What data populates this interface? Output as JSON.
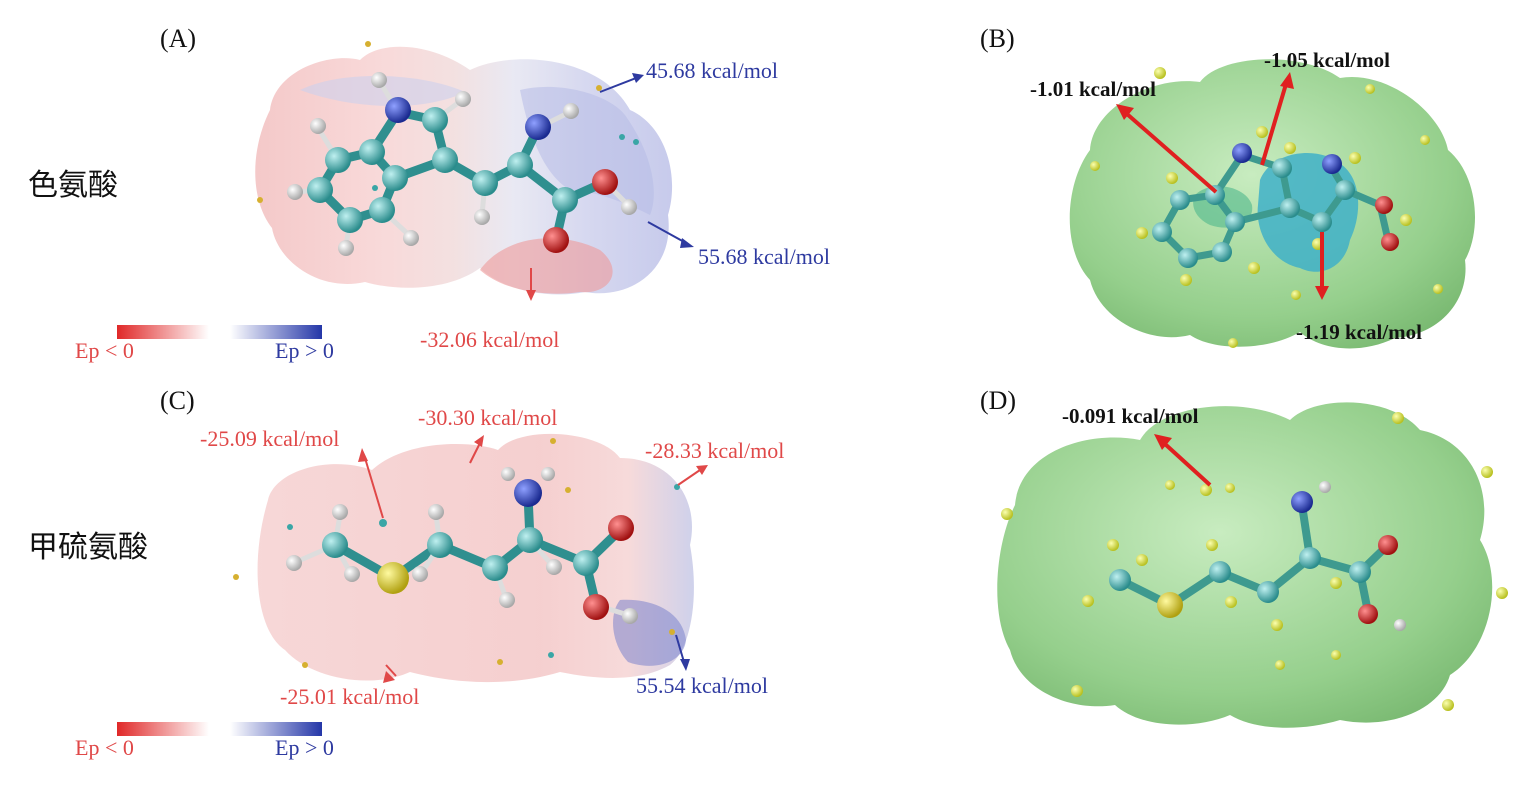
{
  "panels": {
    "A": {
      "label": "(A)",
      "molecule": "色氨酸",
      "values": [
        "45.68  kcal/mol",
        "55.68  kcal/mol",
        "-32.06  kcal/mol"
      ],
      "legend": {
        "neg": "Ep < 0",
        "pos": "Ep > 0"
      }
    },
    "B": {
      "label": "(B)",
      "values": [
        "-1.01 kcal/mol",
        "-1.05 kcal/mol",
        "-1.19 kcal/mol"
      ]
    },
    "C": {
      "label": "(C)",
      "molecule": "甲硫氨酸",
      "values": [
        "-25.09  kcal/mol",
        "-30.30  kcal/mol",
        "-28.33  kcal/mol",
        "-25.01  kcal/mol",
        "55.54  kcal/mol"
      ],
      "legend": {
        "neg": "Ep < 0",
        "pos": "Ep > 0"
      }
    },
    "D": {
      "label": "(D)",
      "values": [
        "-0.091 kcal/mol"
      ]
    }
  },
  "colors": {
    "positive": "#2e3aa0",
    "negative": "#e04848",
    "isosurface": "#9fd49a",
    "carbon": "#3aa6a6",
    "nitrogen": "#2a3fb0",
    "oxygen": "#d02020",
    "sulfur": "#e0d020",
    "hydrogen": "#eeeeee"
  }
}
